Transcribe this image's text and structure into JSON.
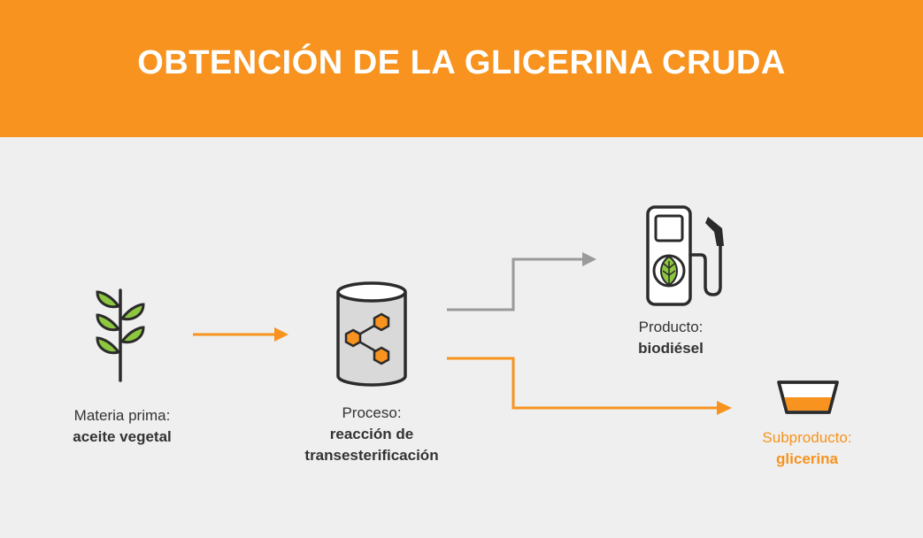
{
  "title": "OBTENCIÓN DE LA GLICERINA CRUDA",
  "colors": {
    "orange": "#f7931e",
    "gray_arrow": "#9a9a9a",
    "leaf_green": "#8dc63f",
    "dark": "#2b2b2b",
    "background": "#efefef"
  },
  "nodes": {
    "raw_material": {
      "caption": "Materia prima:",
      "value": "aceite vegetal",
      "icon": "plant-icon"
    },
    "process": {
      "caption": "Proceso:",
      "value_line1": "reacción de",
      "value_line2": "transesterificación",
      "icon": "reactor-molecule-icon"
    },
    "product": {
      "caption": "Producto:",
      "value": "biodiésel",
      "icon": "fuel-pump-leaf-icon"
    },
    "byproduct": {
      "caption": "Subproducto:",
      "value": "glicerina",
      "icon": "bowl-liquid-icon"
    }
  }
}
